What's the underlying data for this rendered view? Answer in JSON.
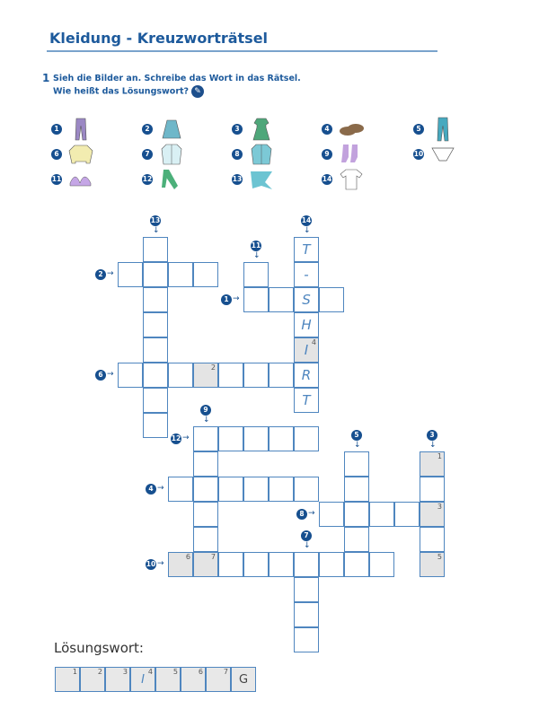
{
  "title": "Kleidung - Kreuzworträtsel",
  "task": {
    "number": "1",
    "line1": "Sieh die Bilder an. Schreibe das Wort in das Rätsel.",
    "line2": "Wie heißt das Lösungswort?",
    "icon": "pencil-icon"
  },
  "pictures": [
    {
      "n": "1",
      "item": "trousers",
      "color": "#9b88c4"
    },
    {
      "n": "2",
      "item": "skirt",
      "color": "#6fb7c9"
    },
    {
      "n": "3",
      "item": "dress",
      "color": "#4fa77a"
    },
    {
      "n": "4",
      "item": "shoes",
      "color": "#8a6a4a"
    },
    {
      "n": "5",
      "item": "jeans",
      "color": "#46a9bf"
    },
    {
      "n": "6",
      "item": "sweater",
      "color": "#f2ecb0"
    },
    {
      "n": "7",
      "item": "shirt",
      "color": "#d9f0f4"
    },
    {
      "n": "8",
      "item": "jacket",
      "color": "#7cc9d6"
    },
    {
      "n": "9",
      "item": "socks",
      "color": "#c2a2dd"
    },
    {
      "n": "10",
      "item": "underpants",
      "color": "#ffffff"
    },
    {
      "n": "11",
      "item": "bra",
      "color": "#c5a6e6"
    },
    {
      "n": "12",
      "item": "scarf",
      "color": "#4cb07a"
    },
    {
      "n": "13",
      "item": "headscarf",
      "color": "#6cc4d2"
    },
    {
      "n": "14",
      "item": "t-shirt",
      "color": "#ffffff"
    }
  ],
  "crossword": {
    "clues": [
      "13",
      "14",
      "2",
      "11",
      "1",
      "6",
      "12",
      "9",
      "4",
      "8",
      "5",
      "3",
      "10",
      "7"
    ],
    "word14_letters": [
      "T",
      "-",
      "S",
      "H",
      "I",
      "R",
      "T"
    ],
    "solution_marks": {
      "word14": "4",
      "word6": "2",
      "word3": [
        "1",
        "3",
        "5"
      ],
      "word10": [
        "6",
        "7"
      ]
    }
  },
  "solution": {
    "label": "Lösungswort:",
    "boxes": [
      {
        "n": "1",
        "letter": ""
      },
      {
        "n": "2",
        "letter": ""
      },
      {
        "n": "3",
        "letter": ""
      },
      {
        "n": "4",
        "letter": "I"
      },
      {
        "n": "5",
        "letter": ""
      },
      {
        "n": "6",
        "letter": ""
      },
      {
        "n": "7",
        "letter": ""
      },
      {
        "n": "",
        "letter": "G"
      }
    ]
  },
  "colors": {
    "accent": "#1d5a9c",
    "grid": "#4f86bf",
    "shade": "#e4e4e4"
  }
}
